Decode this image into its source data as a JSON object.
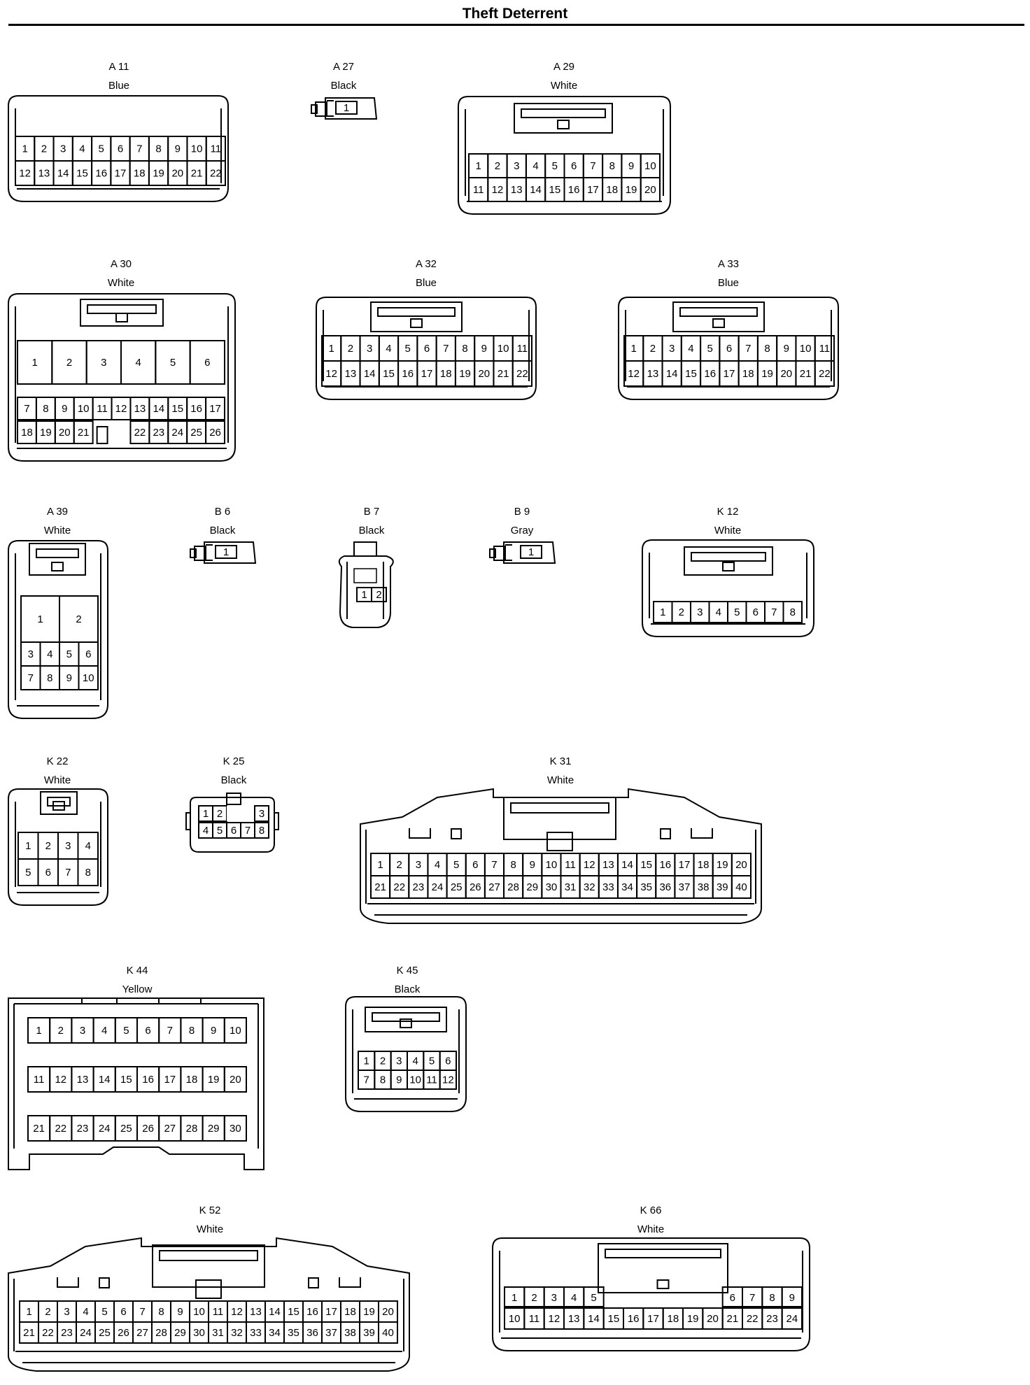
{
  "page": {
    "title": "Theft Deterrent"
  },
  "connectors": [
    {
      "id": "A 11",
      "color": "Blue",
      "rows": [
        [
          "1",
          "2",
          "3",
          "4",
          "5",
          "6",
          "7",
          "8",
          "9",
          "10",
          "11"
        ],
        [
          "12",
          "13",
          "14",
          "15",
          "16",
          "17",
          "18",
          "19",
          "20",
          "21",
          "22"
        ]
      ]
    },
    {
      "id": "A 27",
      "color": "Black",
      "rows": [
        [
          "1"
        ]
      ]
    },
    {
      "id": "A 29",
      "color": "White",
      "rows": [
        [
          "1",
          "2",
          "3",
          "4",
          "5",
          "6",
          "7",
          "8",
          "9",
          "10"
        ],
        [
          "11",
          "12",
          "13",
          "14",
          "15",
          "16",
          "17",
          "18",
          "19",
          "20"
        ]
      ]
    },
    {
      "id": "A 30",
      "color": "White",
      "rows": [
        [
          "1",
          "2",
          "3",
          "4",
          "5",
          "6"
        ],
        [
          "7",
          "8",
          "9",
          "10",
          "11",
          "12",
          "13",
          "14",
          "15",
          "16",
          "17"
        ],
        [
          "18",
          "19",
          "20",
          "21",
          "",
          "22",
          "23",
          "24",
          "25",
          "26"
        ]
      ]
    },
    {
      "id": "A 32",
      "color": "Blue",
      "rows": [
        [
          "1",
          "2",
          "3",
          "4",
          "5",
          "6",
          "7",
          "8",
          "9",
          "10",
          "11"
        ],
        [
          "12",
          "13",
          "14",
          "15",
          "16",
          "17",
          "18",
          "19",
          "20",
          "21",
          "22"
        ]
      ]
    },
    {
      "id": "A 33",
      "color": "Blue",
      "rows": [
        [
          "1",
          "2",
          "3",
          "4",
          "5",
          "6",
          "7",
          "8",
          "9",
          "10",
          "11"
        ],
        [
          "12",
          "13",
          "14",
          "15",
          "16",
          "17",
          "18",
          "19",
          "20",
          "21",
          "22"
        ]
      ]
    },
    {
      "id": "A 39",
      "color": "White",
      "rows": [
        [
          "1",
          "2"
        ],
        [
          "3",
          "4",
          "5",
          "6"
        ],
        [
          "7",
          "8",
          "9",
          "10"
        ]
      ]
    },
    {
      "id": "B 6",
      "color": "Black",
      "rows": [
        [
          "1"
        ]
      ]
    },
    {
      "id": "B 7",
      "color": "Black",
      "rows": [
        [
          "1",
          "2"
        ]
      ]
    },
    {
      "id": "B 9",
      "color": "Gray",
      "rows": [
        [
          "1"
        ]
      ]
    },
    {
      "id": "K 12",
      "color": "White",
      "rows": [
        [
          "1",
          "2",
          "3",
          "4",
          "5",
          "6",
          "7",
          "8"
        ]
      ]
    },
    {
      "id": "K 22",
      "color": "White",
      "rows": [
        [
          "1",
          "2",
          "3",
          "4"
        ],
        [
          "5",
          "6",
          "7",
          "8"
        ]
      ]
    },
    {
      "id": "K 25",
      "color": "Black",
      "rows": [
        [
          "1",
          "2",
          "",
          "",
          "3"
        ],
        [
          "4",
          "5",
          "6",
          "7",
          "8"
        ]
      ]
    },
    {
      "id": "K 31",
      "color": "White",
      "rows": [
        [
          "1",
          "2",
          "3",
          "4",
          "5",
          "6",
          "7",
          "8",
          "9",
          "10",
          "11",
          "12",
          "13",
          "14",
          "15",
          "16",
          "17",
          "18",
          "19",
          "20"
        ],
        [
          "21",
          "22",
          "23",
          "24",
          "25",
          "26",
          "27",
          "28",
          "29",
          "30",
          "31",
          "32",
          "33",
          "34",
          "35",
          "36",
          "37",
          "38",
          "39",
          "40"
        ]
      ]
    },
    {
      "id": "K 44",
      "color": "Yellow",
      "rows": [
        [
          "1",
          "2",
          "3",
          "4",
          "5",
          "6",
          "7",
          "8",
          "9",
          "10"
        ],
        [
          "11",
          "12",
          "13",
          "14",
          "15",
          "16",
          "17",
          "18",
          "19",
          "20"
        ],
        [
          "21",
          "22",
          "23",
          "24",
          "25",
          "26",
          "27",
          "28",
          "29",
          "30"
        ]
      ]
    },
    {
      "id": "K 45",
      "color": "Black",
      "rows": [
        [
          "1",
          "2",
          "3",
          "4",
          "5",
          "6"
        ],
        [
          "7",
          "8",
          "9",
          "10",
          "11",
          "12"
        ]
      ]
    },
    {
      "id": "K 52",
      "color": "White",
      "rows": [
        [
          "1",
          "2",
          "3",
          "4",
          "5",
          "6",
          "7",
          "8",
          "9",
          "10",
          "11",
          "12",
          "13",
          "14",
          "15",
          "16",
          "17",
          "18",
          "19",
          "20"
        ],
        [
          "21",
          "22",
          "23",
          "24",
          "25",
          "26",
          "27",
          "28",
          "29",
          "30",
          "31",
          "32",
          "33",
          "34",
          "35",
          "36",
          "37",
          "38",
          "39",
          "40"
        ]
      ]
    },
    {
      "id": "K 66",
      "color": "White",
      "rows": [
        [
          "1",
          "2",
          "3",
          "4",
          "5",
          "",
          "",
          "",
          "",
          "",
          "6",
          "7",
          "8",
          "9"
        ],
        [
          "10",
          "11",
          "12",
          "13",
          "14",
          "15",
          "16",
          "17",
          "18",
          "19",
          "20",
          "21",
          "22",
          "23",
          "24"
        ]
      ]
    }
  ]
}
